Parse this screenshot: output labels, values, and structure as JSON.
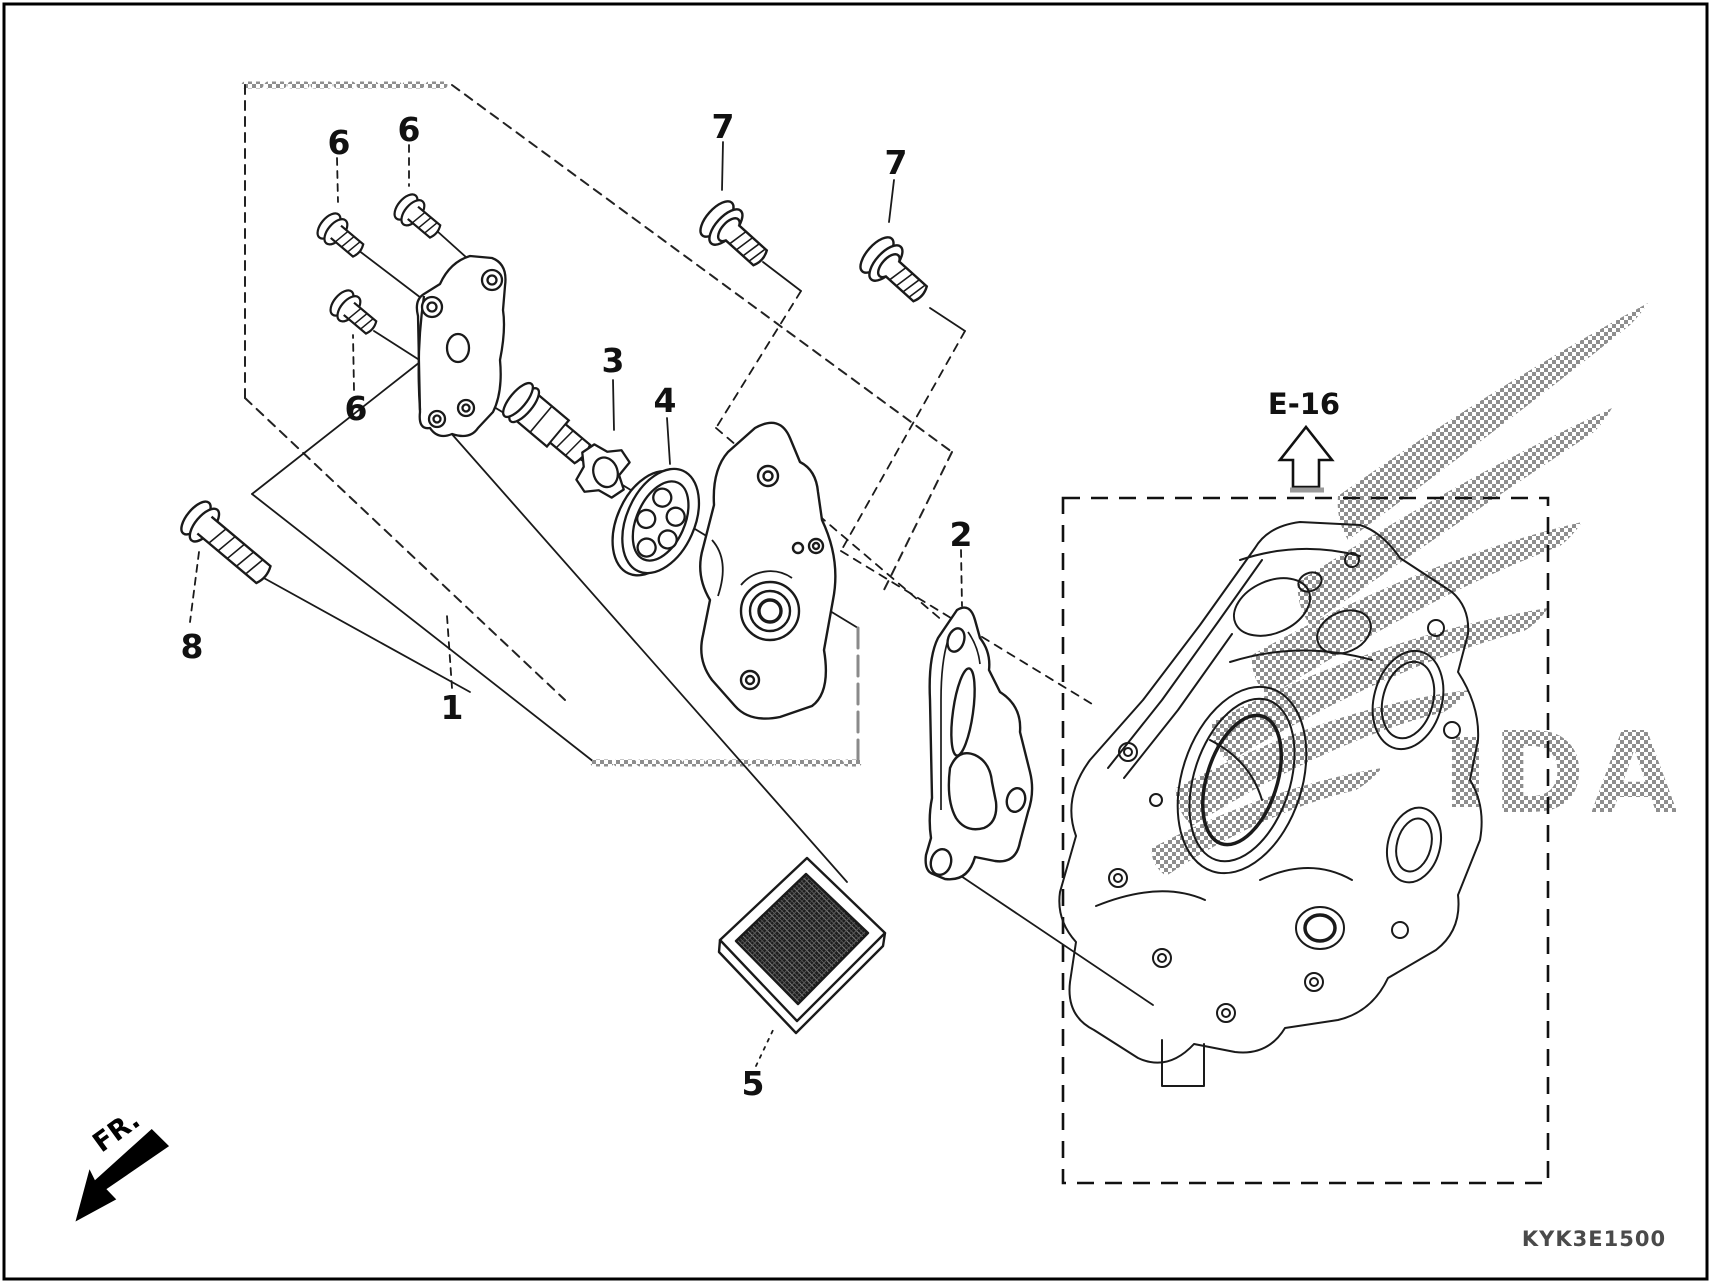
{
  "diagram": {
    "background_color": "#ffffff",
    "line_color": "#1a1a1a",
    "drawing_code": "KYK3E1500",
    "section_ref": "E-16",
    "front_marker": "FR.",
    "watermark_letters": "DA",
    "callouts": {
      "one": "1",
      "two": "2",
      "three": "3",
      "four": "4",
      "five": "5",
      "six_a": "6",
      "six_b": "6",
      "six_c": "6",
      "seven_a": "7",
      "seven_b": "7",
      "eight": "8"
    }
  }
}
